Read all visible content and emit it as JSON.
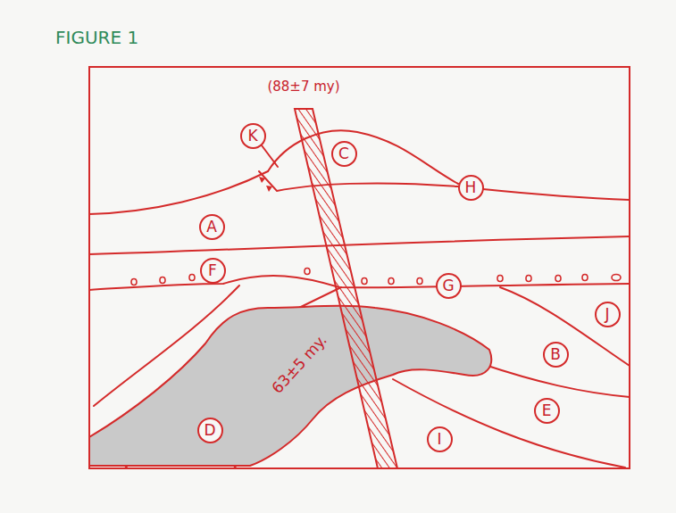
{
  "diagram": {
    "title": "FIGURE 1",
    "nodes": [
      {
        "text": [
          "K"
        ]
      },
      {
        "text": [
          "C"
        ]
      },
      {
        "text": [
          "H"
        ]
      },
      {
        "text": [
          "A"
        ]
      },
      {
        "text": [
          "F"
        ]
      },
      {
        "text": [
          "G"
        ]
      },
      {
        "text": [
          "J"
        ]
      },
      {
        "text": [
          "B"
        ]
      },
      {
        "text": [
          "63±5 my."
        ]
      },
      {
        "text": [
          "E"
        ]
      },
      {
        "text": [
          "D"
        ],
        "in": 8
      },
      {
        "text": [
          "I"
        ]
      }
    ],
    "labels": [
      "(88±7 my)"
    ]
  }
}
